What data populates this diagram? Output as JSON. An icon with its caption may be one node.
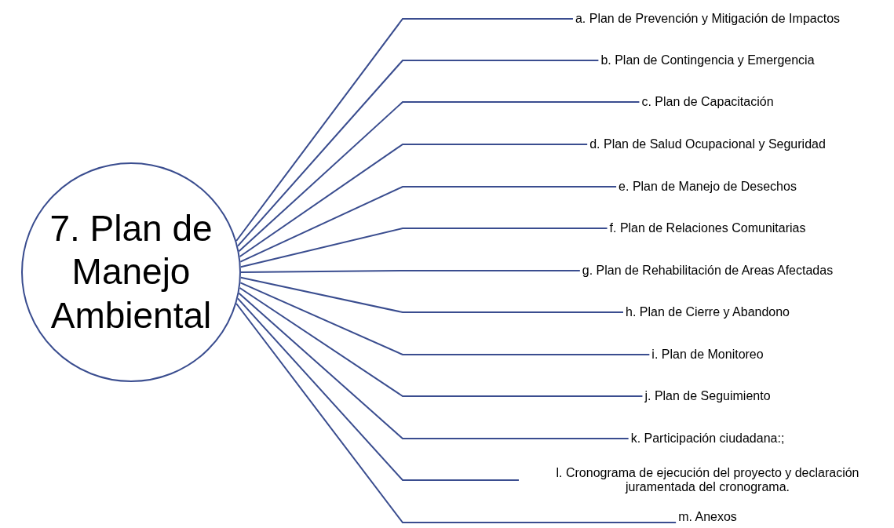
{
  "diagram": {
    "nodes": [
      {
        "text": [
          "7. Plan de Manejo Ambiental"
        ]
      },
      {
        "text": [
          "a. Plan de Prevención y Mitigación de Impactos"
        ]
      },
      {
        "text": [
          "b. Plan de Contingencia y Emergencia"
        ]
      },
      {
        "text": [
          "c. Plan de Capacitación"
        ]
      },
      {
        "text": [
          "d. Plan de Salud Ocupacional y Seguridad"
        ]
      },
      {
        "text": [
          "e. Plan de Manejo de Desechos"
        ]
      },
      {
        "text": [
          "f. Plan de Relaciones Comunitarias"
        ]
      },
      {
        "text": [
          "g. Plan de Rehabilitación de Areas Afectadas"
        ]
      },
      {
        "text": [
          "h. Plan de Cierre y Abandono"
        ]
      },
      {
        "text": [
          "i. Plan de Monitoreo"
        ]
      },
      {
        "text": [
          "j. Plan de Seguimiento"
        ]
      },
      {
        "text": [
          "k. Participación ciudadana:;"
        ]
      },
      {
        "text": [
          "l. Cronograma de ejecución del proyecto y declaración juramentada del cronograma."
        ]
      },
      {
        "text": [
          "m. Anexos"
        ]
      }
    ],
    "edges": [
      {
        "from": 0,
        "to": 1,
        "arrow": "none"
      },
      {
        "from": 0,
        "to": 2,
        "arrow": "none"
      },
      {
        "from": 0,
        "to": 3,
        "arrow": "none"
      },
      {
        "from": 0,
        "to": 4,
        "arrow": "none"
      },
      {
        "from": 0,
        "to": 5,
        "arrow": "none"
      },
      {
        "from": 0,
        "to": 6,
        "arrow": "none"
      },
      {
        "from": 0,
        "to": 7,
        "arrow": "none"
      },
      {
        "from": 0,
        "to": 8,
        "arrow": "none"
      },
      {
        "from": 0,
        "to": 9,
        "arrow": "none"
      },
      {
        "from": 0,
        "to": 10,
        "arrow": "none"
      },
      {
        "from": 0,
        "to": 11,
        "arrow": "none"
      },
      {
        "from": 0,
        "to": 12,
        "arrow": "none"
      },
      {
        "from": 0,
        "to": 13,
        "arrow": "none"
      }
    ]
  }
}
